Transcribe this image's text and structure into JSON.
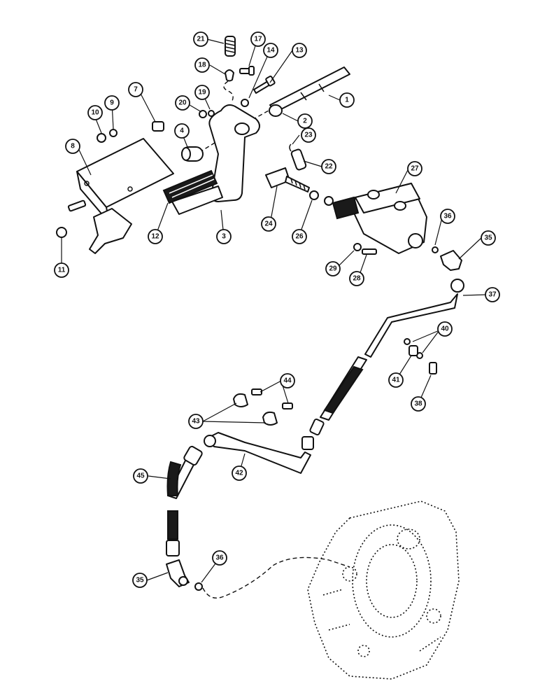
{
  "figure": {
    "callouts": [
      {
        "id": "c21",
        "label": "21"
      },
      {
        "id": "c17",
        "label": "17"
      },
      {
        "id": "c14",
        "label": "14"
      },
      {
        "id": "c13",
        "label": "13"
      },
      {
        "id": "c18",
        "label": "18"
      },
      {
        "id": "c7",
        "label": "7"
      },
      {
        "id": "c10",
        "label": "10"
      },
      {
        "id": "c9",
        "label": "9"
      },
      {
        "id": "c20",
        "label": "20"
      },
      {
        "id": "c19",
        "label": "19"
      },
      {
        "id": "c1",
        "label": "1"
      },
      {
        "id": "c2",
        "label": "2"
      },
      {
        "id": "c4",
        "label": "4"
      },
      {
        "id": "c8",
        "label": "8"
      },
      {
        "id": "c23",
        "label": "23"
      },
      {
        "id": "c22",
        "label": "22"
      },
      {
        "id": "c27",
        "label": "27"
      },
      {
        "id": "c36a",
        "label": "36"
      },
      {
        "id": "c35a",
        "label": "35"
      },
      {
        "id": "c11",
        "label": "11"
      },
      {
        "id": "c12",
        "label": "12"
      },
      {
        "id": "c3",
        "label": "3"
      },
      {
        "id": "c24",
        "label": "24"
      },
      {
        "id": "c26",
        "label": "26"
      },
      {
        "id": "c29",
        "label": "29"
      },
      {
        "id": "c28",
        "label": "28"
      },
      {
        "id": "c37",
        "label": "37"
      },
      {
        "id": "c40",
        "label": "40"
      },
      {
        "id": "c41",
        "label": "41"
      },
      {
        "id": "c38",
        "label": "38"
      },
      {
        "id": "c44",
        "label": "44"
      },
      {
        "id": "c43",
        "label": "43"
      },
      {
        "id": "c45",
        "label": "45"
      },
      {
        "id": "c42",
        "label": "42"
      },
      {
        "id": "c35b",
        "label": "35"
      },
      {
        "id": "c36b",
        "label": "36"
      }
    ]
  }
}
